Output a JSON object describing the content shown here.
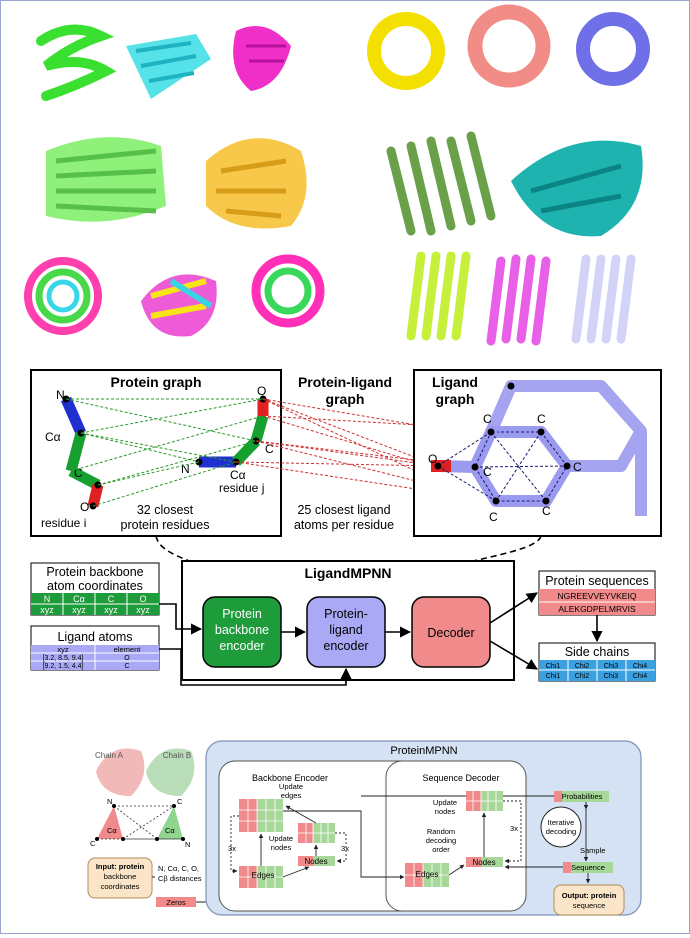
{
  "ligand_panel": {
    "protein_graph": {
      "title": "Protein graph",
      "atom_N": "N",
      "atom_CA": "Cα",
      "atom_C": "C",
      "atom_O": "O",
      "residue_i": "residue i",
      "residue_j": "residue j",
      "closest_line1": "32 closest",
      "closest_line2": "protein residues"
    },
    "protein_ligand_graph": {
      "title_line1": "Protein-ligand",
      "title_line2": "graph",
      "closest_line1": "25 closest ligand",
      "closest_line2": "atoms per residue"
    },
    "ligand_graph": {
      "title_line1": "Ligand",
      "title_line2": "graph",
      "atom_C": "C",
      "atom_O": "O"
    },
    "model_title": "LigandMPNN",
    "backbone_table": {
      "title_line1": "Protein backbone",
      "title_line2": "atom coordinates",
      "headers": [
        "N",
        "Cα",
        "C",
        "O"
      ],
      "values": [
        "xyz",
        "xyz",
        "xyz",
        "xyz"
      ]
    },
    "ligand_table": {
      "title": "Ligand atoms",
      "headers": [
        "xyz",
        "element"
      ],
      "rows": [
        [
          "[3.2, 8.5, 9.4]",
          "O"
        ],
        [
          "[9.2, 1.5, 4.4]",
          "C"
        ]
      ]
    },
    "protein_encoder": [
      "Protein",
      "backbone",
      "encoder"
    ],
    "ligand_encoder": [
      "Protein-",
      "ligand",
      "encoder"
    ],
    "decoder": "Decoder",
    "sequences": {
      "title": "Protein sequences",
      "rows": [
        "NGREEVVEYVKEIQ",
        "ALEKGDPELMRVIS"
      ]
    },
    "side_chains": {
      "title": "Side chains",
      "cells": [
        "Chi1",
        "Chi2",
        "Chi3",
        "Chi4"
      ]
    }
  },
  "protein_panel": {
    "chain_a": "Chain A",
    "chain_b": "Chain B",
    "atom_N": "N",
    "atom_C": "C",
    "atom_CA": "Cα",
    "input_box": [
      "Input: protein",
      "backbone",
      "coordinates"
    ],
    "distances": [
      "N, Cα, C, O,",
      "Cβ distances"
    ],
    "zeros": "Zeros",
    "model_title": "ProteinMPNN",
    "backbone_encoder": "Backbone Encoder",
    "sequence_decoder": "Sequence Decoder",
    "update_edges": [
      "Update",
      "edges"
    ],
    "update_nodes": [
      "Update",
      "nodes"
    ],
    "repeat": "3x",
    "edges": "Edges",
    "nodes": "Nodes",
    "random_order": [
      "Random",
      "decoding",
      "order"
    ],
    "probabilities": "Probabilities",
    "iterative": [
      "Iterative",
      "decoding"
    ],
    "sample": "Sample",
    "sequence": "Sequence",
    "output_box": [
      "Output: protein",
      "sequence"
    ]
  },
  "colors": {
    "green": "#1e9b3a",
    "lavender": "#a9a9f5",
    "salmon": "#f18a8a",
    "blue": "#3aa0e0",
    "cream": "#fbe5c8",
    "panel_blue": "#d4e2f3"
  }
}
